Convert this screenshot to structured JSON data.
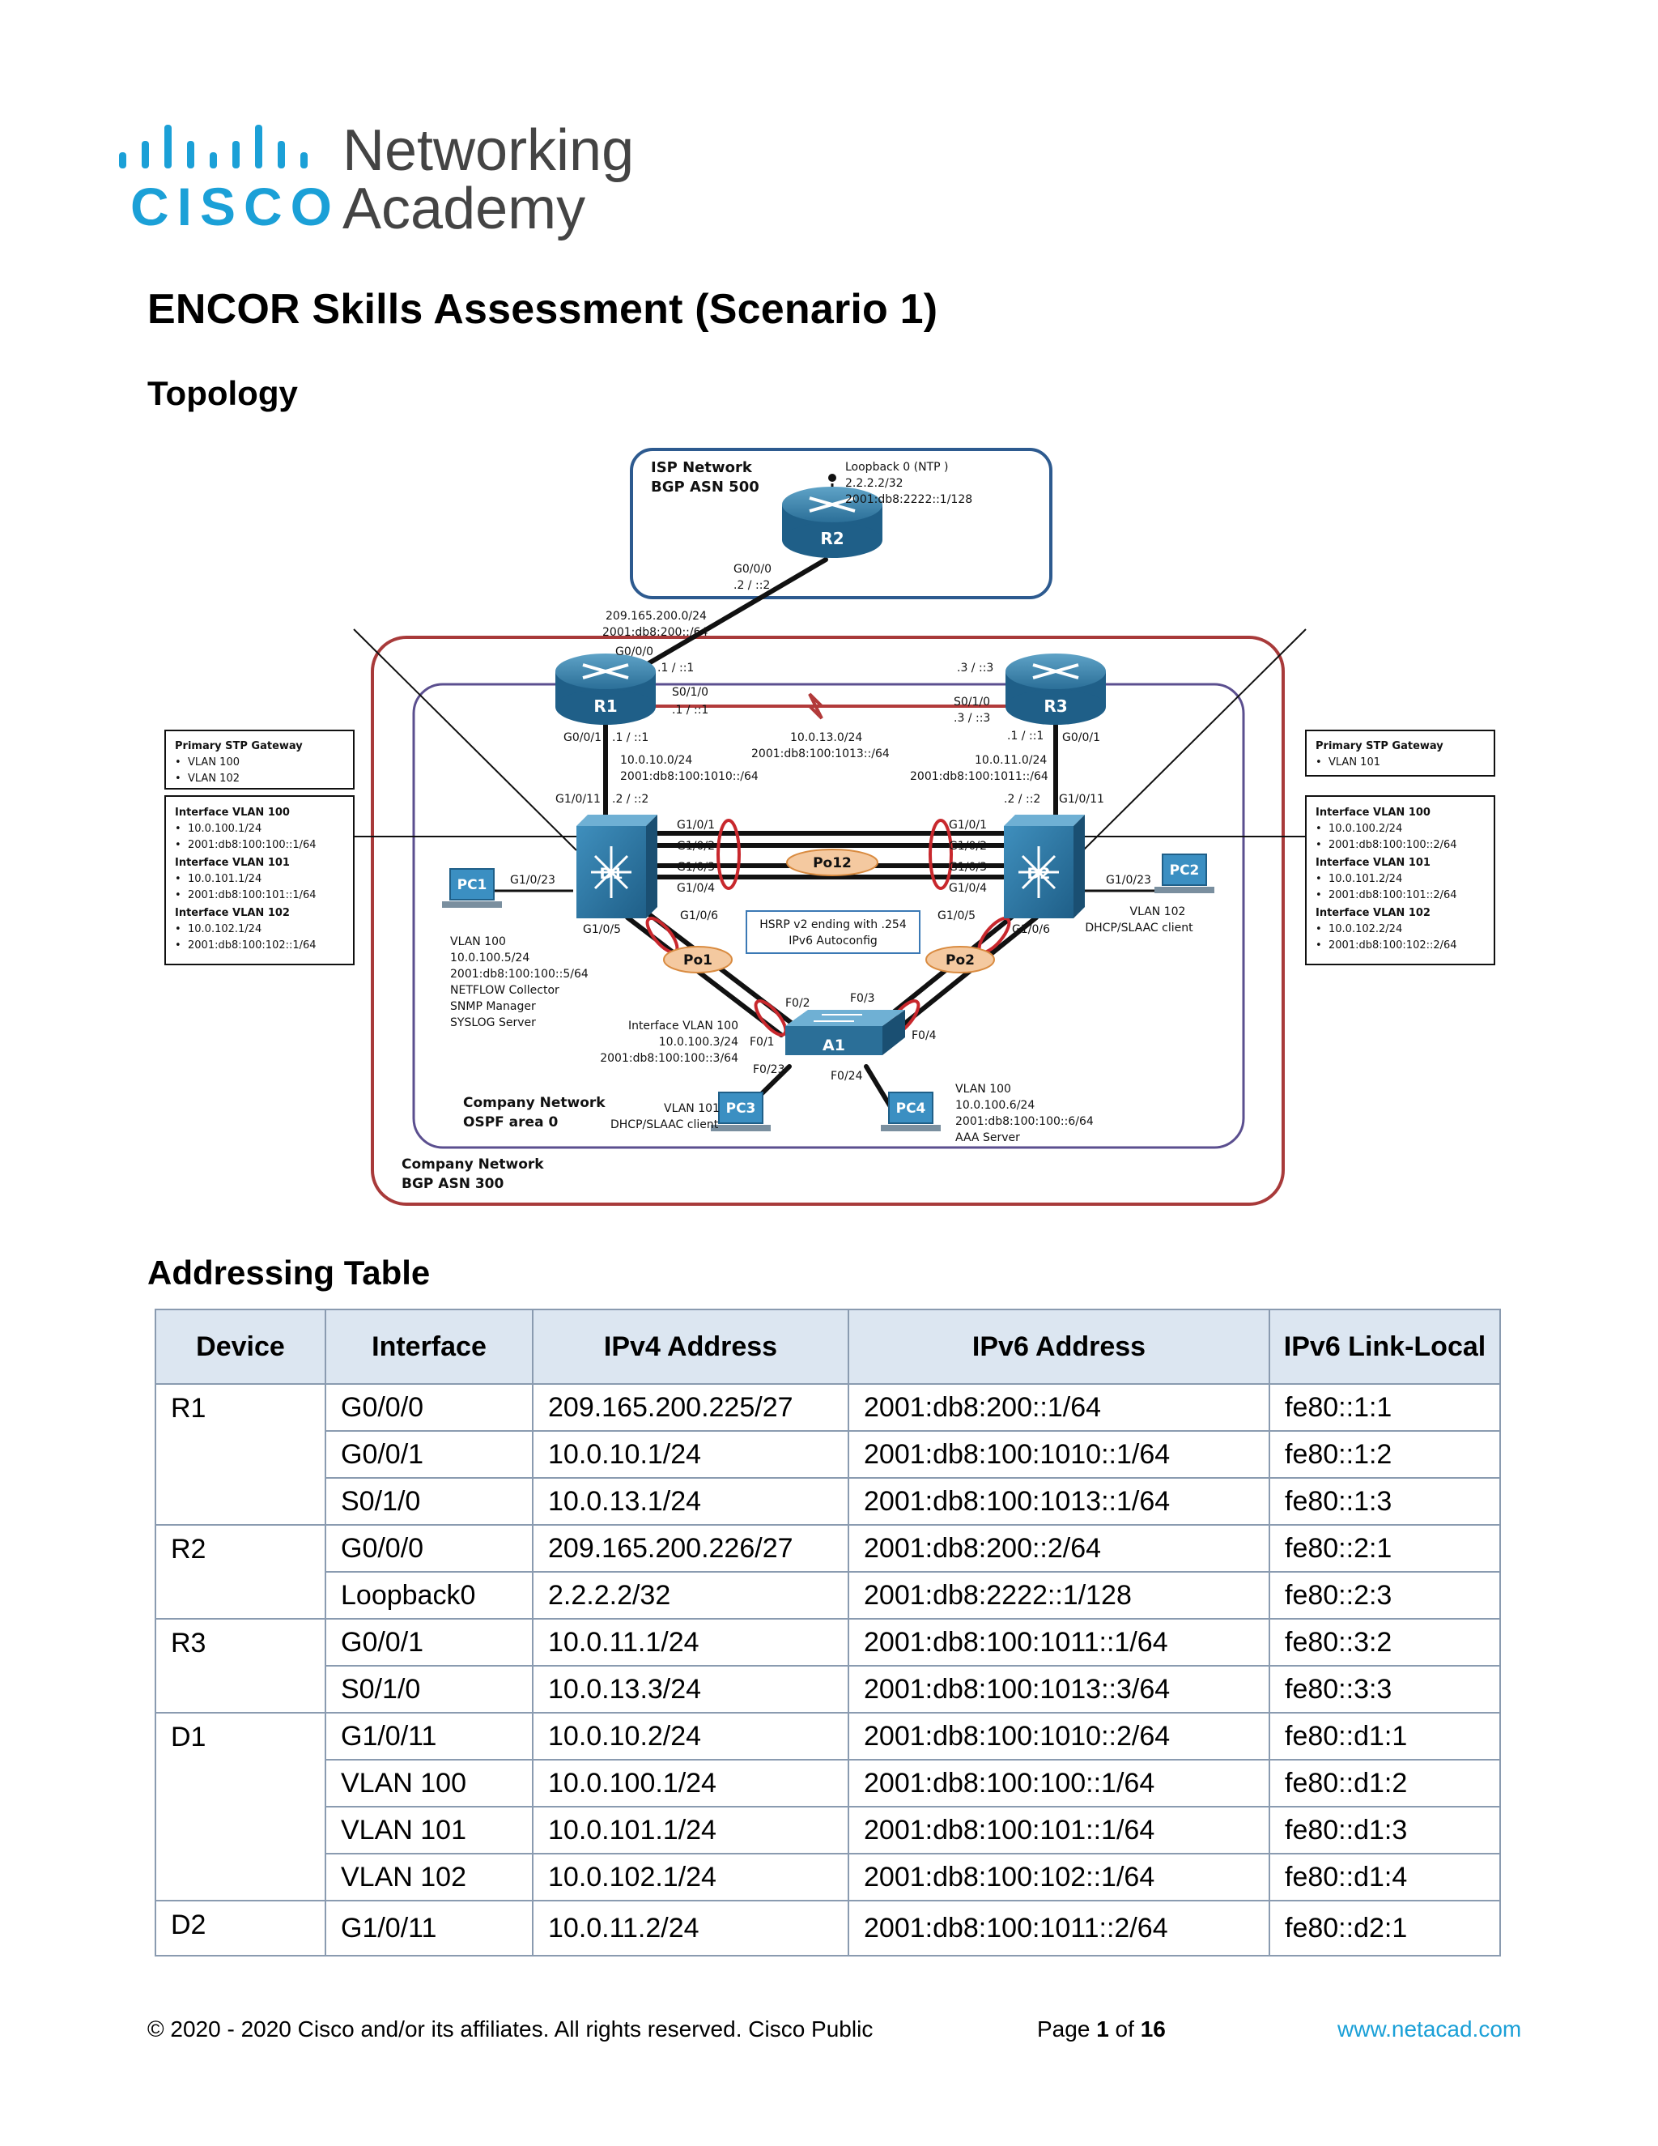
{
  "logo": {
    "brand": "CISCO",
    "line1": "Networking",
    "line2": "Academy",
    "color": "#1ba0d7"
  },
  "document": {
    "title": "ENCOR Skills Assessment (Scenario 1)",
    "section_topology": "Topology",
    "section_addressing": "Addressing Table"
  },
  "topology": {
    "isp_title": "ISP Network",
    "isp_asn": "BGP ASN 500",
    "loopback_l1": "Loopback 0 (NTP )",
    "loopback_l2": "2.2.2.2/32",
    "loopback_l3": "2001:db8:2222::1/128",
    "r2": "R2",
    "r2_g000": "G0/0/0",
    "r2_g000_addr": ".2 / ::2",
    "link_isp_v4": "209.165.200.0/24",
    "link_isp_v6": "2001:db8:200::/64",
    "r1": "R1",
    "r1_g000": "G0/0/0",
    "r1_g000_addr": ".1 / ::1",
    "r1_s010": "S0/1/0",
    "r1_s010_addr": ".1 / ::1",
    "r1_g001": "G0/0/1",
    "r1_g001_addr": ".1 / ::1",
    "r3": "R3",
    "r3_top_addr": ".3 / ::3",
    "r3_s010": "S0/1/0",
    "r3_s010_addr": ".3 / ::3",
    "r3_g001_addr": ".1 / ::1",
    "r3_g001": "G0/0/1",
    "serial_v4": "10.0.13.0/24",
    "serial_v6": "2001:db8:100:1013::/64",
    "link_r1d1_v4": "10.0.10.0/24",
    "link_r1d1_v6": "2001:db8:100:1010::/64",
    "link_r3d2_v4": "10.0.11.0/24",
    "link_r3d2_v6": "2001:db8:100:1011::/64",
    "d1_g1011": "G1/0/11",
    "d1_g1011_addr": ".2 / ::2",
    "d2_g1011_addr": ".2 / ::2",
    "d2_g1011": "G1/0/11",
    "d1": "D1",
    "d2": "D2",
    "a1": "A1",
    "g101": "G1/0/1",
    "g102": "G1/0/2",
    "g103": "G1/0/3",
    "g104": "G1/0/4",
    "po12": "Po12",
    "po1": "Po1",
    "po2": "Po2",
    "hsrp_l1": "HSRP v2 ending with .254",
    "hsrp_l2": "IPv6 Autoconfig",
    "d1_g105": "G1/0/5",
    "d1_g106": "G1/0/6",
    "d2_g105": "G1/0/5",
    "d2_g106": "G1/0/6",
    "d1_g1023": "G1/0/23",
    "d2_g1023": "G1/0/23",
    "pc1": "PC1",
    "pc2": "PC2",
    "pc3": "PC3",
    "pc4": "PC4",
    "pc1_info": [
      "VLAN 100",
      "10.0.100.5/24",
      "2001:db8:100:100::5/64",
      "NETFLOW Collector",
      "SNMP Manager",
      "SYSLOG Server"
    ],
    "pc2_info": [
      "VLAN 102",
      "DHCP/SLAAC client"
    ],
    "pc3_info": [
      "VLAN 101",
      "DHCP/SLAAC client"
    ],
    "pc4_info": [
      "VLAN 100",
      "10.0.100.6/24",
      "2001:db8:100:100::6/64",
      "AAA Server"
    ],
    "a1_vlan_l1": "Interface VLAN 100",
    "a1_vlan_l2": "10.0.100.3/24",
    "a1_vlan_l3": "2001:db8:100:100::3/64",
    "f01": "F0/1",
    "f02": "F0/2",
    "f03": "F0/3",
    "f04": "F0/4",
    "f023": "F0/23",
    "f024": "F0/24",
    "ospf_l1": "Company Network",
    "ospf_l2": "OSPF area 0",
    "bgp_l1": "Company Network",
    "bgp_l2": "BGP ASN 300",
    "left_stp": {
      "title": "Primary STP Gateway",
      "items": [
        "VLAN 100",
        "VLAN 102"
      ]
    },
    "right_stp": {
      "title": "Primary STP Gateway",
      "items": [
        "VLAN 101"
      ]
    },
    "left_if": [
      {
        "title": "Interface VLAN 100",
        "items": [
          "10.0.100.1/24",
          "2001:db8:100:100::1/64"
        ]
      },
      {
        "title": "Interface VLAN 101",
        "items": [
          "10.0.101.1/24",
          "2001:db8:100:101::1/64"
        ]
      },
      {
        "title": "Interface VLAN 102",
        "items": [
          "10.0.102.1/24",
          "2001:db8:100:102::1/64"
        ]
      }
    ],
    "right_if": [
      {
        "title": "Interface VLAN 100",
        "items": [
          "10.0.100.2/24",
          "2001:db8:100:100::2/64"
        ]
      },
      {
        "title": "Interface VLAN 101",
        "items": [
          "10.0.101.2/24",
          "2001:db8:100:101::2/64"
        ]
      },
      {
        "title": "Interface VLAN 102",
        "items": [
          "10.0.102.2/24",
          "2001:db8:100:102::2/64"
        ]
      }
    ]
  },
  "table": {
    "headers": [
      "Device",
      "Interface",
      "IPv4 Address",
      "IPv6 Address",
      "IPv6 Link-Local"
    ],
    "rows": [
      [
        "R1",
        "G0/0/0",
        "209.165.200.225/27",
        "2001:db8:200::1/64",
        "fe80::1:1"
      ],
      [
        "",
        "G0/0/1",
        "10.0.10.1/24",
        "2001:db8:100:1010::1/64",
        "fe80::1:2"
      ],
      [
        "",
        "S0/1/0",
        "10.0.13.1/24",
        "2001:db8:100:1013::1/64",
        "fe80::1:3"
      ],
      [
        "R2",
        "G0/0/0",
        "209.165.200.226/27",
        "2001:db8:200::2/64",
        "fe80::2:1"
      ],
      [
        "",
        "Loopback0",
        "2.2.2.2/32",
        "2001:db8:2222::1/128",
        "fe80::2:3"
      ],
      [
        "R3",
        "G0/0/1",
        "10.0.11.1/24",
        "2001:db8:100:1011::1/64",
        "fe80::3:2"
      ],
      [
        "",
        "S0/1/0",
        "10.0.13.3/24",
        "2001:db8:100:1013::3/64",
        "fe80::3:3"
      ],
      [
        "D1",
        "G1/0/11",
        "10.0.10.2/24",
        "2001:db8:100:1010::2/64",
        "fe80::d1:1"
      ],
      [
        "",
        "VLAN 100",
        "10.0.100.1/24",
        "2001:db8:100:100::1/64",
        "fe80::d1:2"
      ],
      [
        "",
        "VLAN 101",
        "10.0.101.1/24",
        "2001:db8:100:101::1/64",
        "fe80::d1:3"
      ],
      [
        "",
        "VLAN 102",
        "10.0.102.1/24",
        "2001:db8:100:102::1/64",
        "fe80::d1:4"
      ],
      [
        "D2",
        "G1/0/11",
        "10.0.11.2/24",
        "2001:db8:100:1011::2/64",
        "fe80::d2:1"
      ]
    ]
  },
  "footer": {
    "copyright": "© 2020 - 2020 Cisco and/or its affiliates. All rights reserved. Cisco Public",
    "page_word": "Page",
    "page_num": "1",
    "page_of": "of",
    "page_total": "16",
    "link": "www.netacad.com"
  }
}
